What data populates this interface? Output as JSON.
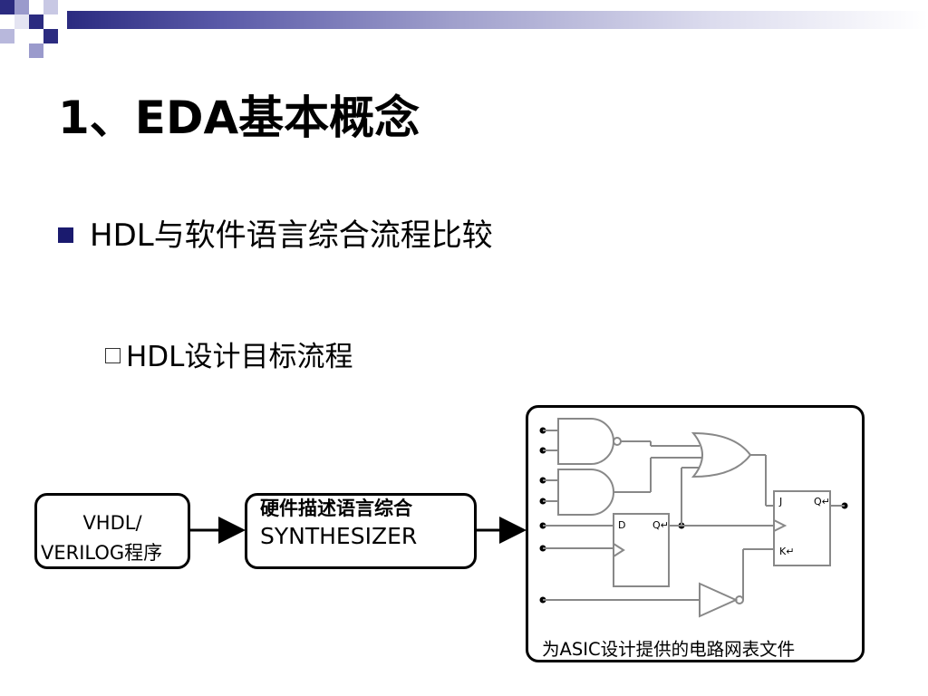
{
  "slide": {
    "title": "1、EDA基本概念",
    "bullet_level1": "HDL与软件语言综合流程比较",
    "bullet_level2": "HDL设计目标流程"
  },
  "flow": {
    "source_line1": "VHDL/",
    "source_line2": "VERILOG程序",
    "synth_line1": "硬件描述语言综合",
    "synth_line2": "SYNTHESIZER",
    "output_caption": "为ASIC设计提供的电路网表文件"
  },
  "circuit": {
    "dff_d": "D",
    "dff_q": "Q↵",
    "jk_j": "J",
    "jk_q": "Q↵",
    "jk_k": "K↵"
  },
  "colors": {
    "bullet": "#1a1a6e",
    "header_gradient_start": "#2b2b80",
    "circuit_line": "#888888"
  }
}
